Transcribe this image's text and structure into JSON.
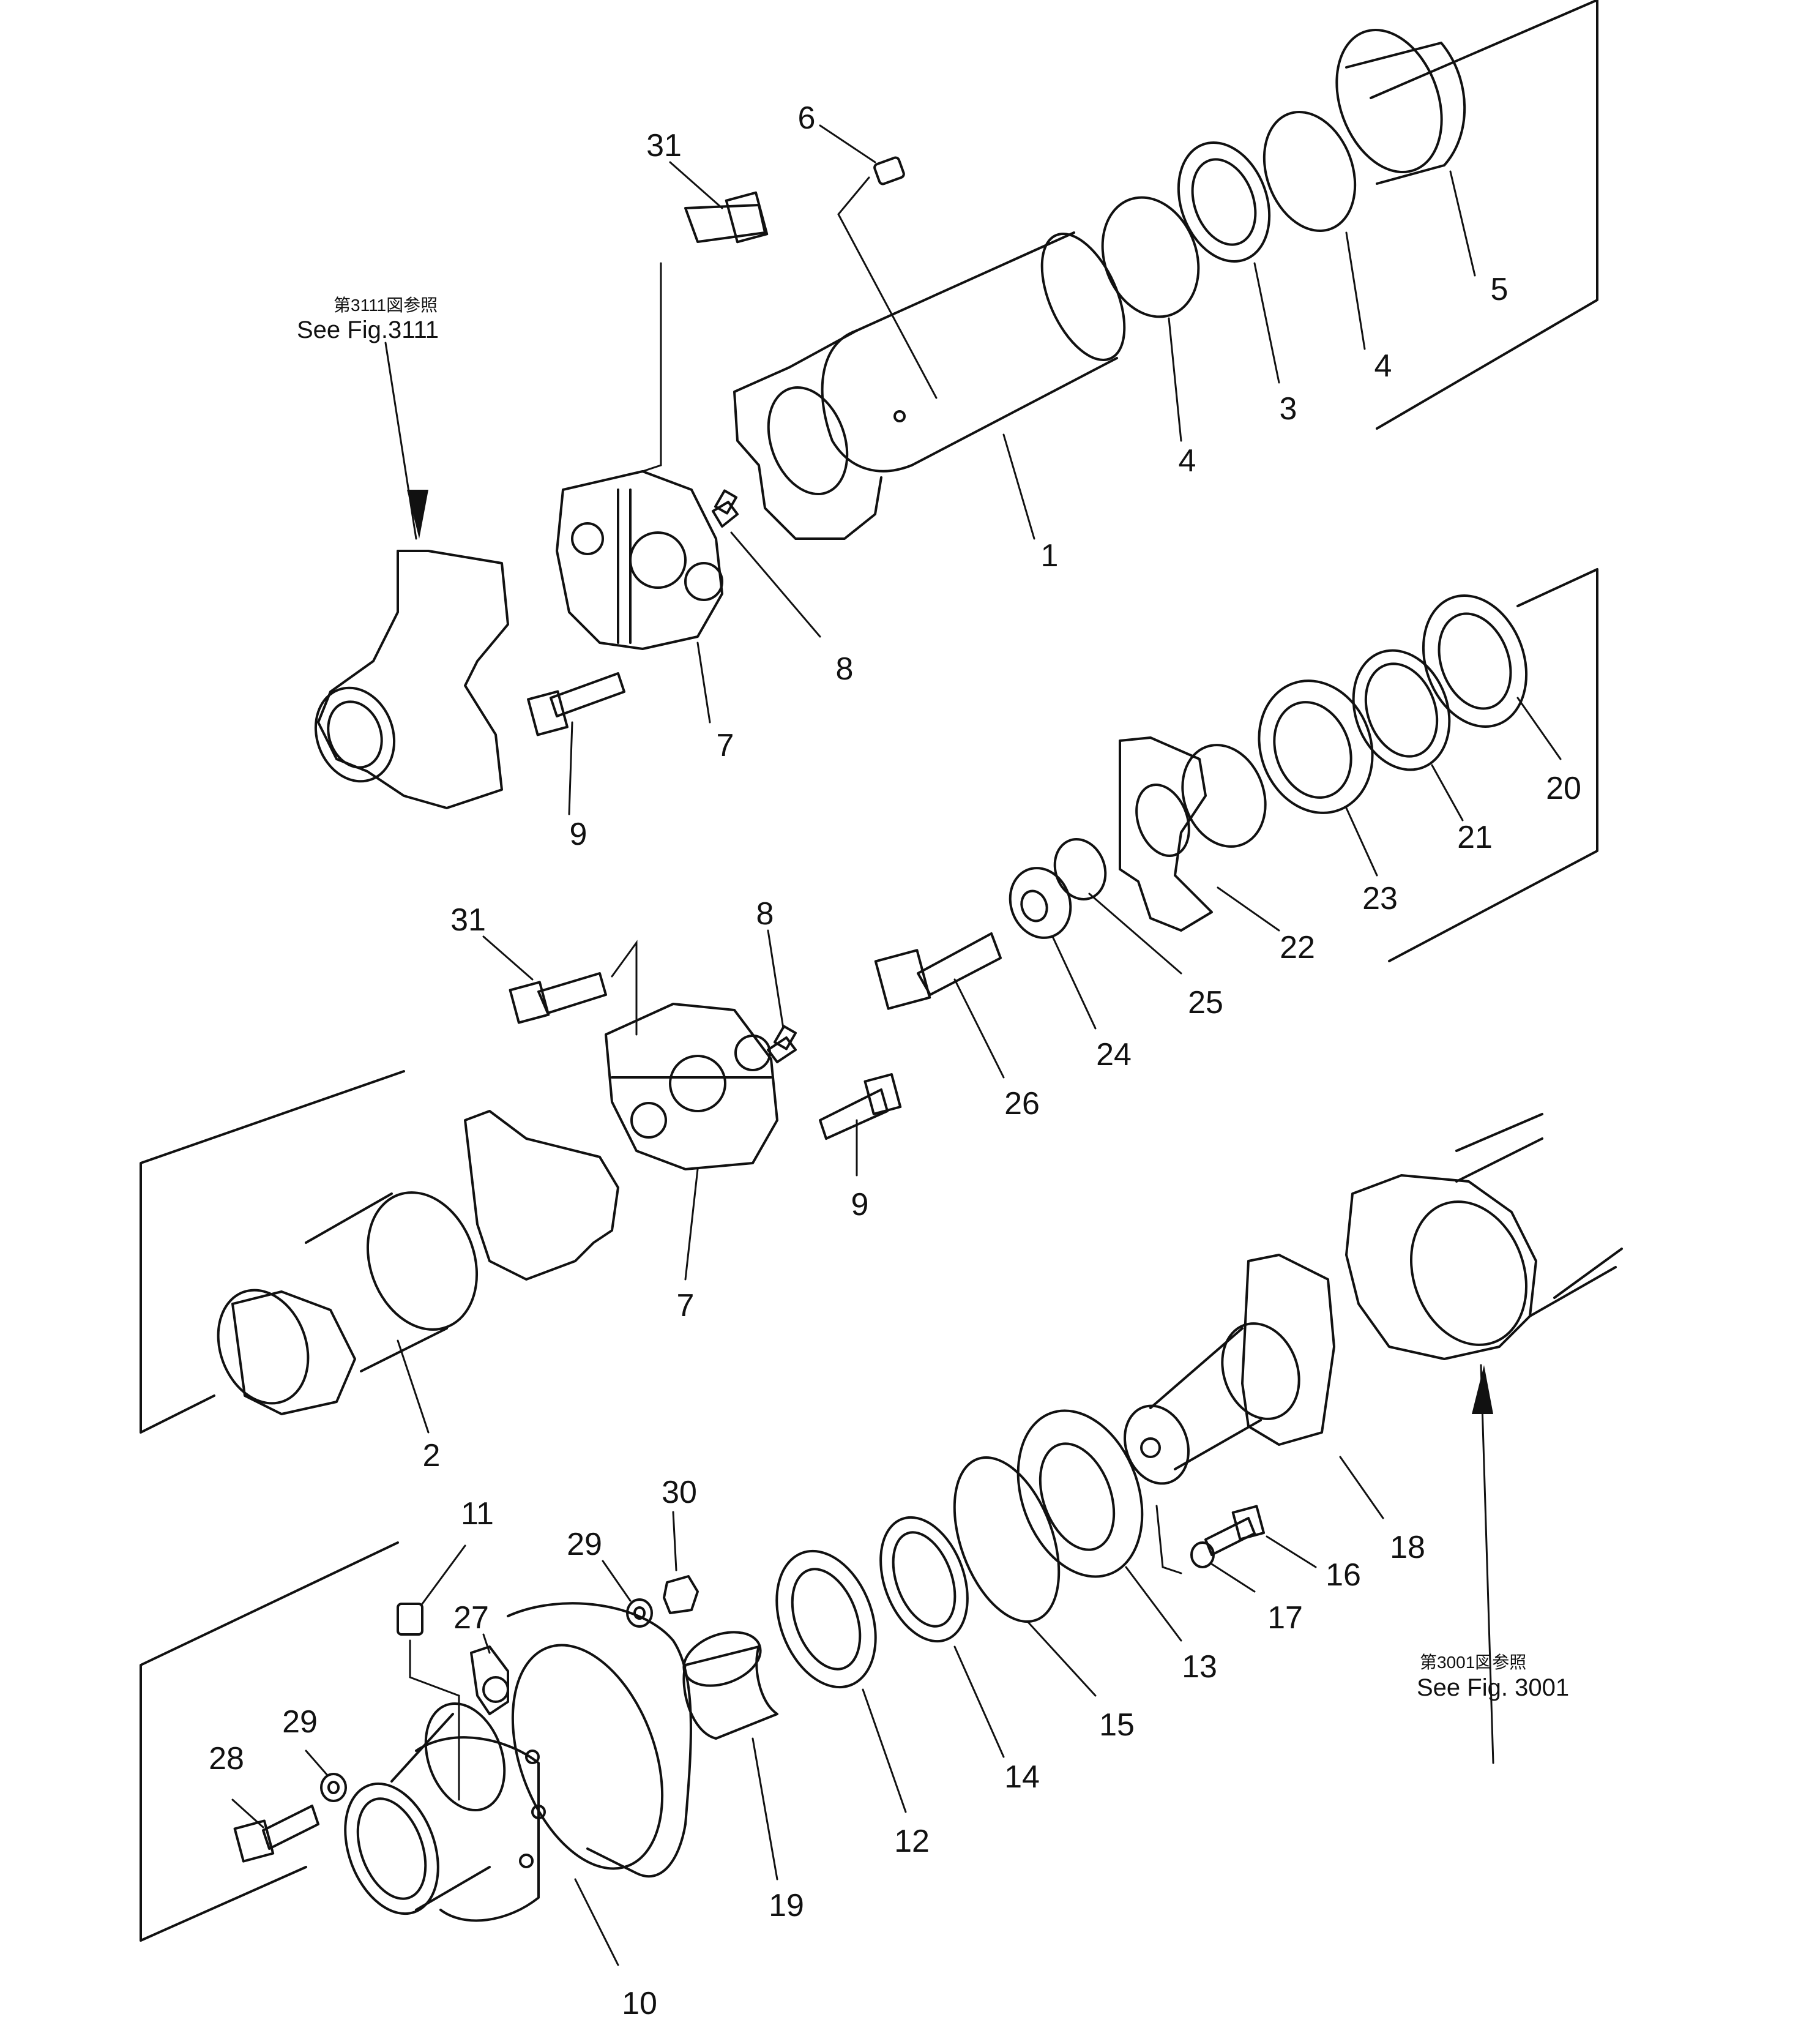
{
  "references": [
    {
      "id": "ref-3111",
      "ja": "第3111図参照",
      "en": "See Fig.3111"
    },
    {
      "id": "ref-3001",
      "ja": "第3001図参照",
      "en": "See Fig. 3001"
    }
  ],
  "callouts": [
    "31",
    "6",
    "5",
    "4",
    "3",
    "4",
    "1",
    "8",
    "7",
    "9",
    "20",
    "21",
    "23",
    "22",
    "25",
    "24",
    "26",
    "31",
    "8",
    "9",
    "7",
    "2",
    "11",
    "30",
    "29",
    "27",
    "29",
    "28",
    "10",
    "19",
    "12",
    "14",
    "15",
    "13",
    "17",
    "16",
    "18"
  ],
  "colors": {
    "ink": "#111111",
    "paper": "#ffffff"
  }
}
